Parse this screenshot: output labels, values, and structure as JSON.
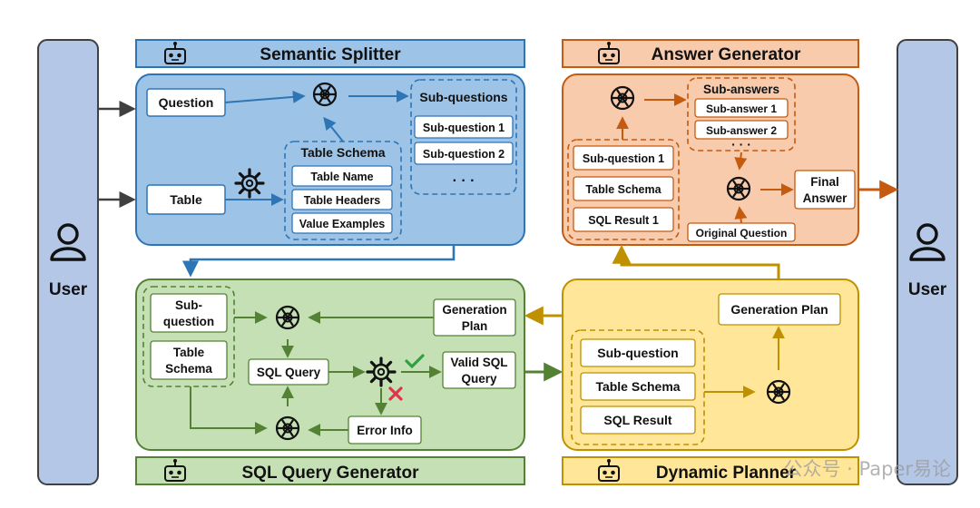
{
  "user_left": "User",
  "user_right": "User",
  "semantic_splitter": {
    "title": "Semantic Splitter",
    "question": "Question",
    "table": "Table",
    "table_schema": "Table Schema",
    "table_name": "Table Name",
    "table_headers": "Table Headers",
    "value_examples": "Value Examples",
    "subquestions_title": "Sub-questions",
    "subquestion_1": "Sub-question 1",
    "subquestion_2": "Sub-question 2",
    "ellipsis": "· · ·"
  },
  "answer_generator": {
    "title": "Answer Generator",
    "subanswers_title": "Sub-answers",
    "subanswer_1": "Sub-answer 1",
    "subanswer_2": "Sub-answer 2",
    "ellipsis": "· · ·",
    "subquestion_1": "Sub-question 1",
    "table_schema": "Table Schema",
    "sql_result_1": "SQL Result 1",
    "final_answer_line1": "Final",
    "final_answer_line2": "Answer",
    "original_question": "Original Question"
  },
  "sql_query_generator": {
    "title": "SQL Query Generator",
    "subquestion_line1": "Sub-",
    "subquestion_line2": "question",
    "table_schema_line1": "Table",
    "table_schema_line2": "Schema",
    "generation_plan_line1": "Generation",
    "generation_plan_line2": "Plan",
    "sql_query": "SQL Query",
    "valid_sql_line1": "Valid SQL",
    "valid_sql_line2": "Query",
    "error_info": "Error Info"
  },
  "dynamic_planner": {
    "title": "Dynamic Planner",
    "generation_plan": "Generation Plan",
    "subquestion": "Sub-question",
    "table_schema": "Table Schema",
    "sql_result": "SQL Result"
  },
  "watermark": "公众号 · Paper易论",
  "colors": {
    "blue_fill": "#9dc3e6",
    "blue_stroke": "#2e75b6",
    "orange_fill": "#f8cbad",
    "orange_stroke": "#c55a11",
    "green_fill": "#c5e0b4",
    "green_stroke": "#548235",
    "yellow_fill": "#ffe699",
    "yellow_stroke": "#bf9000",
    "user_fill": "#b4c7e7",
    "user_stroke": "#404040"
  }
}
